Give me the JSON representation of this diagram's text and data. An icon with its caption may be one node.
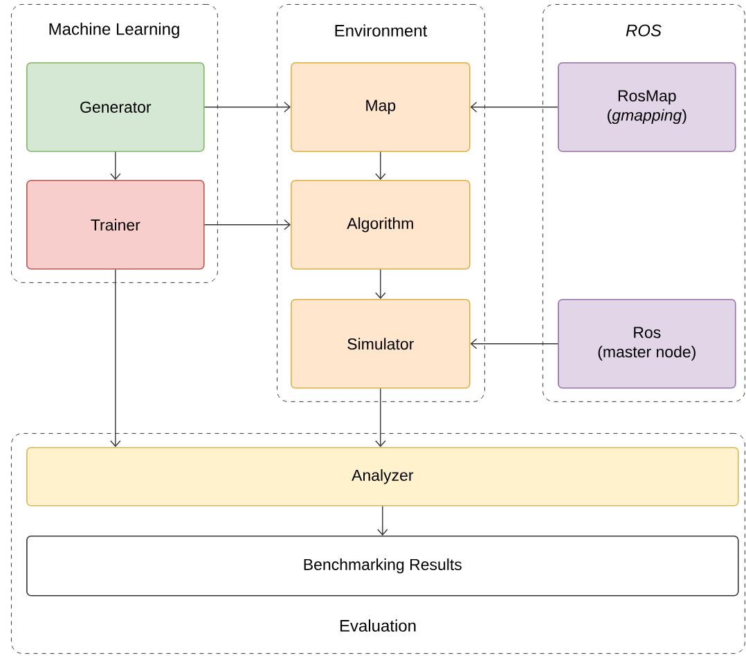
{
  "diagram": {
    "nodes": [
      {
        "text": [
          "Machine Learning"
        ]
      },
      {
        "text": [
          "Generator"
        ],
        "in": 0
      },
      {
        "text": [
          "Trainer"
        ],
        "in": 0
      },
      {
        "text": [
          "Environment"
        ]
      },
      {
        "text": [
          "Map"
        ],
        "in": 3
      },
      {
        "text": [
          "Algorithm"
        ],
        "in": 3
      },
      {
        "text": [
          "Simulator"
        ],
        "in": 3
      },
      {
        "text": [
          "ROS"
        ]
      },
      {
        "text": [
          "RosMap",
          "(*gmapping*)"
        ],
        "in": 7
      },
      {
        "text": [
          "Ros",
          "(master node)"
        ],
        "in": 7
      },
      {
        "text": [
          "Evaluation"
        ]
      },
      {
        "text": [
          "Analyzer"
        ],
        "in": 10
      },
      {
        "text": [
          "Benchmarking Results"
        ],
        "in": 10
      }
    ],
    "edges": [
      {
        "from": 1,
        "to": 4,
        "arrow": "to"
      },
      {
        "from": 1,
        "to": 2,
        "arrow": "to"
      },
      {
        "from": 2,
        "to": 5,
        "arrow": "to"
      },
      {
        "from": 8,
        "to": 4,
        "arrow": "to"
      },
      {
        "from": 4,
        "to": 5,
        "arrow": "to"
      },
      {
        "from": 5,
        "to": 6,
        "arrow": "to"
      },
      {
        "from": 9,
        "to": 6,
        "arrow": "to"
      },
      {
        "from": 2,
        "to": 11,
        "arrow": "to"
      },
      {
        "from": 6,
        "to": 11,
        "arrow": "to"
      },
      {
        "from": 11,
        "to": 12,
        "arrow": "to"
      }
    ]
  }
}
